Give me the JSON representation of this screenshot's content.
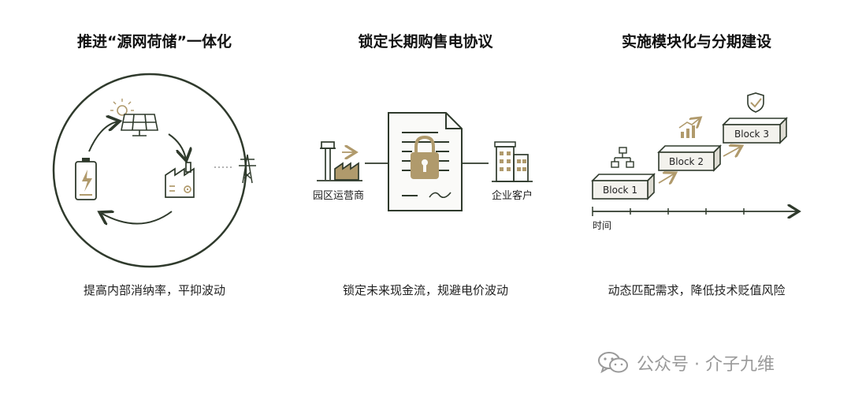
{
  "panels": [
    {
      "title": "推进“源网荷储”一体化",
      "caption": "提高内部消纳率，平抑波动"
    },
    {
      "title": "锁定长期购售电协议",
      "caption": "锁定未来现金流，规避电价波动",
      "left_label": "园区运营商",
      "right_label": "企业客户"
    },
    {
      "title": "实施模块化与分期建设",
      "caption": "动态匹配需求，降低技术贬值风险",
      "blocks": [
        "Block 1",
        "Block 2",
        "Block 3"
      ],
      "axis_label": "时间"
    }
  ],
  "watermark": {
    "text": "公众号 · 介子九维"
  },
  "colors": {
    "line": "#2f3a2c",
    "accent": "#b09a6c",
    "block_fill": "#f3f2ed"
  }
}
